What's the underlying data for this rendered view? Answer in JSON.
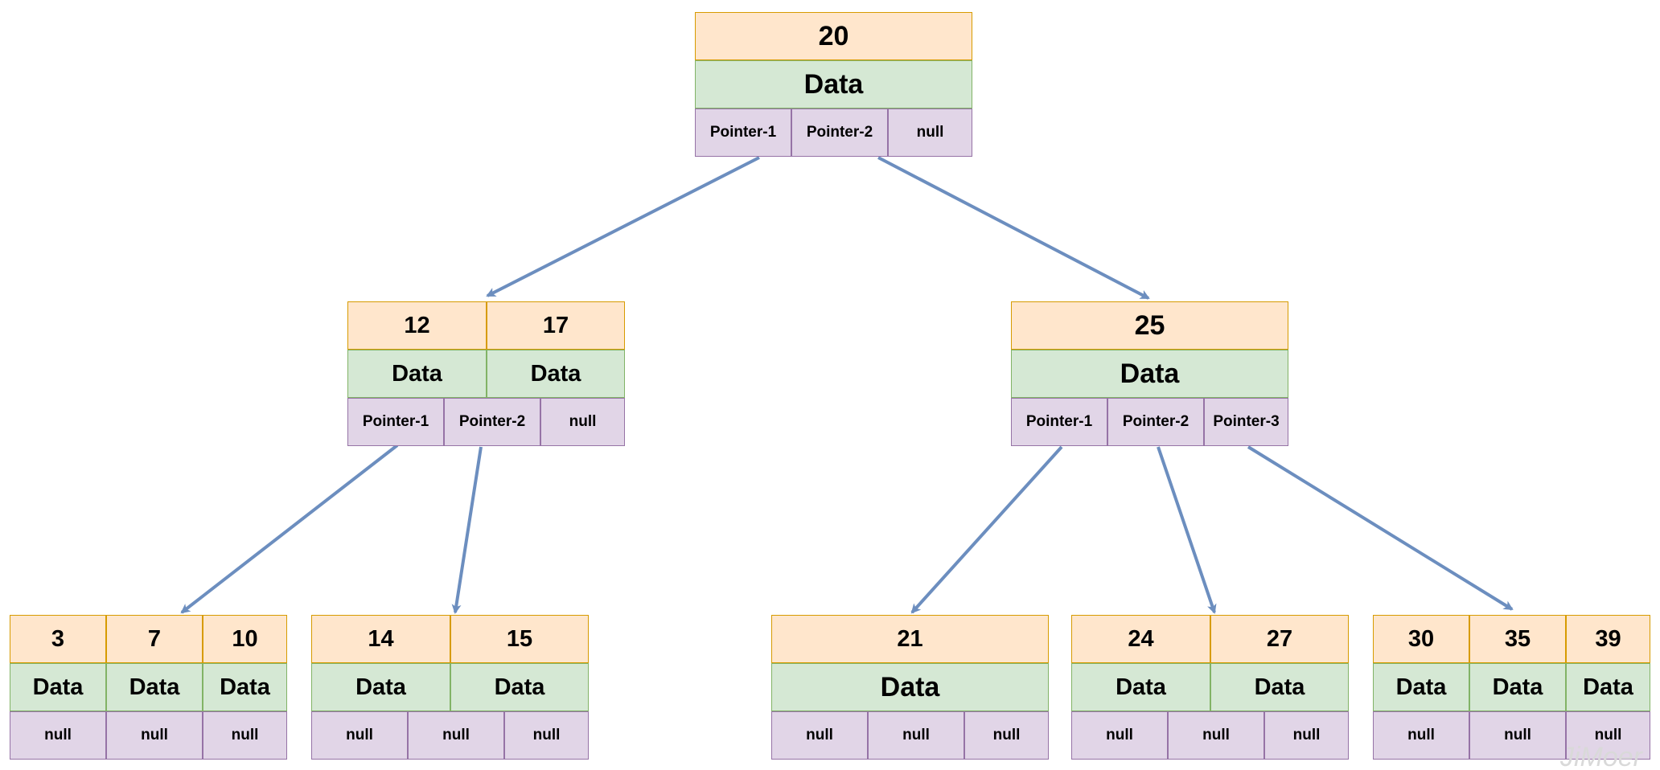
{
  "nodes": {
    "root": {
      "keys": [
        "20"
      ],
      "data": [
        "Data"
      ],
      "pointers": [
        "Pointer-1",
        "Pointer-2",
        "null"
      ]
    },
    "n12_17": {
      "keys": [
        "12",
        "17"
      ],
      "data": [
        "Data",
        "Data"
      ],
      "pointers": [
        "Pointer-1",
        "Pointer-2",
        "null"
      ]
    },
    "n25": {
      "keys": [
        "25"
      ],
      "data": [
        "Data"
      ],
      "pointers": [
        "Pointer-1",
        "Pointer-2",
        "Pointer-3"
      ]
    },
    "leaf_3_7_10": {
      "keys": [
        "3",
        "7",
        "10"
      ],
      "data": [
        "Data",
        "Data",
        "Data"
      ],
      "pointers": [
        "null",
        "null",
        "null"
      ]
    },
    "leaf_14_15": {
      "keys": [
        "14",
        "15"
      ],
      "data": [
        "Data",
        "Data"
      ],
      "pointers": [
        "null",
        "null",
        "null"
      ]
    },
    "leaf_21": {
      "keys": [
        "21"
      ],
      "data": [
        "Data"
      ],
      "pointers": [
        "null",
        "null",
        "null"
      ]
    },
    "leaf_24_27": {
      "keys": [
        "24",
        "27"
      ],
      "data": [
        "Data",
        "Data"
      ],
      "pointers": [
        "null",
        "null",
        "null"
      ]
    },
    "leaf_30_35_39": {
      "keys": [
        "30",
        "35",
        "39"
      ],
      "data": [
        "Data",
        "Data",
        "Data"
      ],
      "pointers": [
        "null",
        "null",
        "null"
      ]
    }
  },
  "edge_color": "#6c8ebf",
  "colors": {
    "key_fill": "#ffe6cc",
    "key_stroke": "#d79b00",
    "data_fill": "#d5e8d4",
    "data_stroke": "#82b366",
    "pointer_fill": "#e1d5e7",
    "pointer_stroke": "#9673a6"
  },
  "watermark": "JiMoer"
}
